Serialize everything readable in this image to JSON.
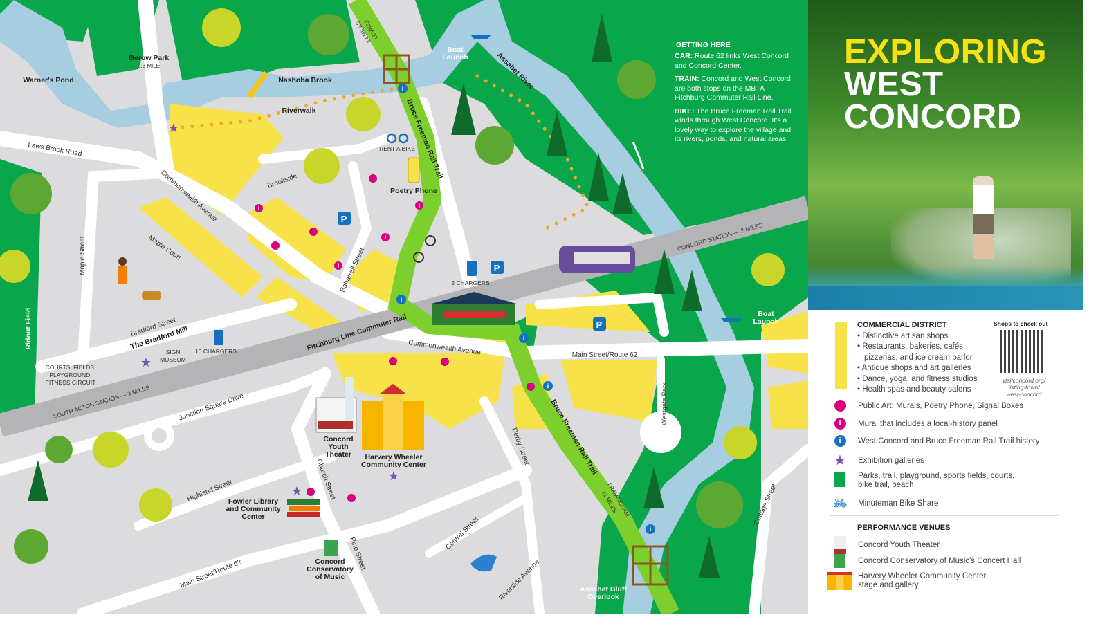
{
  "colors": {
    "park": "#0aa64b",
    "trail": "#7ccf2c",
    "water": "#a6cde0",
    "commercial": "#f8e24a",
    "road": "#ffffff",
    "land": "#dcdcde",
    "rail": "#b4b4b6",
    "art": "#d8007f",
    "history": "#1570c0",
    "gallery": "#7b4fb8"
  },
  "title": {
    "line1": "EXPLORING",
    "line2": "WEST",
    "line3": "CONCORD"
  },
  "getting_here": {
    "heading": "GETTING HERE",
    "car_label": "CAR:",
    "car": "Route 62 links West Concord and Concord Center.",
    "train_label": "TRAIN:",
    "train": "Concord and West Concord are both stops on the MBTA Fitchburg Commuter Rail Line.",
    "bike_label": "BIKE:",
    "bike": "The Bruce Freeman Rail Trail winds through West Concord. It's a lovely way to explore the village and its rivers, ponds, and natural areas."
  },
  "map_labels": {
    "warners_pond": "Warner's Pond",
    "gerow_park": "Gerow Park",
    "gerow_dist": "0.3 MILE",
    "nashoba_brook": "Nashoba Brook",
    "riverwalk": "Riverwalk",
    "laws_brook": "Laws Brook Road",
    "commonwealth_1": "Commonwealth Avenue",
    "brookside": "Brookside",
    "rent_bike": "RENT A BIKE",
    "poetry_phone": "Poetry Phone",
    "bfrt_1": "Bruce Freeman Rail Trail",
    "lowell_1": "LOWELL",
    "lowell_2": "14 MILES",
    "boat_launch_1a": "Boat",
    "boat_launch_1b": "Launch",
    "assabet_river": "Assabet River",
    "maple_street": "Maple Street",
    "maple_court": "Maple Court",
    "baharrell": "Baharrell Street",
    "two_chargers": "2 CHARGERS",
    "concord_station": "CONCORD STATION — 2 MILES",
    "boat_launch_2a": "Boat",
    "boat_launch_2b": "Launch",
    "ridout_field": "Ridout Field",
    "bradford_street": "Bradford Street",
    "bradford_mill": "The Bradford Mill",
    "sign_museum_1": "SIGN",
    "sign_museum_2": "MUSEUM",
    "ten_chargers": "10 CHARGERS",
    "courts_1": "COURTS, FIELDS,",
    "courts_2": "PLAYGROUND,",
    "courts_3": "FITNESS CIRCUIT",
    "fitchburg": "Fitchburg Line Commuter Rail",
    "commonwealth_2": "Commonwealth Avenue",
    "main_st_1": "Main Street/Route 62",
    "south_acton": "SOUTH ACTON STATION — 3 MILES",
    "junction_sq": "Junction Square Drive",
    "westgate": "Westgate Park",
    "cyt_1": "Concord",
    "cyt_2": "Youth",
    "cyt_3": "Theater",
    "hwcc_1": "Harvery Wheeler",
    "hwcc_2": "Community Center",
    "derby": "Derby Street",
    "bfrt_2": "Bruce Freeman Rail Trail",
    "fram_1": "FRAMINGHAM",
    "fram_2": "11 MILES",
    "highland": "Highland Street",
    "fowler_1": "Fowler Library",
    "fowler_2": "and Community",
    "fowler_3": "Center",
    "church": "Church Street",
    "cottage": "Cottage Street",
    "central": "Central Street",
    "pine": "Pine Street",
    "ccm_1": "Concord",
    "ccm_2": "Conservatory",
    "ccm_3": "of Music",
    "riverside": "Riverside Avenue",
    "main_st_2": "Main Street/Route 62",
    "bluff_1": "Assabet Bluff",
    "bluff_2": "Overlook",
    "parking": "P"
  },
  "legend": {
    "commercial_heading": "COMMERCIAL DISTRICT",
    "commercial_items": [
      "Distinctive artisan shops",
      "Restaurants, bakeries, cafés,",
      "pizzerias, and ice cream parlor",
      "Antique shops and art galleries",
      "Dance, yoga, and fitness studios",
      "Health spas and beauty salons"
    ],
    "qr_heading": "Shops to check out",
    "qr_url_1": "visitconcord.org/",
    "qr_url_2": "listing-town/",
    "qr_url_3": "west-concord",
    "public_art": "Public Art: Murals, Poetry Phone, Signal Boxes",
    "mural_history": "Mural that includes a local-history panel",
    "trail_history": "West Concord and Bruce Freeman Rail Trail history",
    "galleries": "Exhibition galleries",
    "parks_1": "Parks, trail, playground, sports fields, courts,",
    "parks_2": "bike trail, beach",
    "bike_share": "Minuteman Bike Share",
    "venues_heading": "PERFORMANCE VENUES",
    "venue_1": "Concord Youth Theater",
    "venue_2": "Concord Conservatory of Music's Concert Hall",
    "venue_3a": "Harvery Wheeler Community Center",
    "venue_3b": "stage and gallery"
  },
  "icons": [
    "pink-dot",
    "info-pink",
    "info-blue",
    "star",
    "parking",
    "ev-charger",
    "bike",
    "tree",
    "pine-tree",
    "kayak",
    "train",
    "bridge"
  ]
}
